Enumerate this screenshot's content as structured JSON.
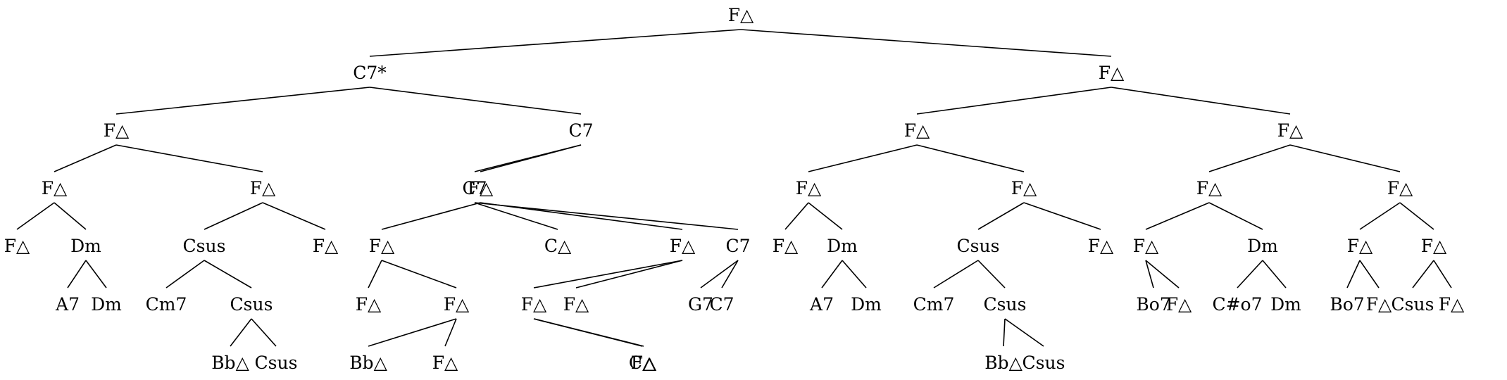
{
  "tree": {
    "label": "F△",
    "children": [
      {
        "label": "C7*",
        "children": [
          {
            "label": "F△",
            "children": [
              {
                "label": "F△",
                "children": [
                  {
                    "label": "F△"
                  },
                  {
                    "label": "Dm",
                    "children": [
                      {
                        "label": "A7"
                      },
                      {
                        "label": "Dm"
                      }
                    ]
                  }
                ]
              },
              {
                "label": "F△",
                "children": [
                  {
                    "label": "Csus",
                    "children": [
                      {
                        "label": "Cm7"
                      },
                      {
                        "label": "Csus",
                        "children": [
                          {
                            "label": "Bb△"
                          },
                          {
                            "label": "Csus"
                          }
                        ]
                      }
                    ]
                  },
                  {
                    "label": "F△"
                  }
                ]
              }
            ]
          },
          {
            "label": "C7",
            "children": [
              {
                "label": "F△",
                "children": [
                  {
                    "label": "F△",
                    "children": [
                      {
                        "label": "F△"
                      },
                      {
                        "label": "F△",
                        "children": [
                          {
                            "label": "Bb△"
                          },
                          {
                            "label": "F△"
                          }
                        ]
                      }
                    ]
                  },
                  {
                    "label": "F△",
                    "children": [
                      {
                        "label": "F△"
                      },
                      {
                        "label": "F△",
                        "children": [
                          {
                            "label": "C△"
                          },
                          {
                            "label": "F△"
                          }
                        ]
                      }
                    ]
                  }
                ]
              },
              {
                "label": "C7",
                "children": [
                  {
                    "label": "C△"
                  },
                  {
                    "label": "C7",
                    "children": [
                      {
                        "label": "G7"
                      },
                      {
                        "label": "C7"
                      }
                    ]
                  }
                ]
              }
            ]
          }
        ]
      },
      {
        "label": "F△",
        "children": [
          {
            "label": "F△",
            "children": [
              {
                "label": "F△",
                "children": [
                  {
                    "label": "F△"
                  },
                  {
                    "label": "Dm",
                    "children": [
                      {
                        "label": "A7"
                      },
                      {
                        "label": "Dm"
                      }
                    ]
                  }
                ]
              },
              {
                "label": "F△",
                "children": [
                  {
                    "label": "Csus",
                    "children": [
                      {
                        "label": "Cm7"
                      },
                      {
                        "label": "Csus",
                        "children": [
                          {
                            "label": "Bb△"
                          },
                          {
                            "label": "Csus"
                          }
                        ]
                      }
                    ]
                  },
                  {
                    "label": "F△"
                  }
                ]
              }
            ]
          },
          {
            "label": "F△",
            "children": [
              {
                "label": "F△",
                "children": [
                  {
                    "label": "F△",
                    "children": [
                      {
                        "label": "Bo7"
                      },
                      {
                        "label": "F△"
                      }
                    ]
                  },
                  {
                    "label": "Dm",
                    "children": [
                      {
                        "label": "C#o7"
                      },
                      {
                        "label": "Dm"
                      }
                    ]
                  }
                ]
              },
              {
                "label": "F△",
                "children": [
                  {
                    "label": "F△",
                    "children": [
                      {
                        "label": "Bo7"
                      },
                      {
                        "label": "F△"
                      }
                    ]
                  },
                  {
                    "label": "F△",
                    "children": [
                      {
                        "label": "Csus"
                      },
                      {
                        "label": "F△"
                      }
                    ]
                  }
                ]
              }
            ]
          }
        ]
      }
    ]
  }
}
